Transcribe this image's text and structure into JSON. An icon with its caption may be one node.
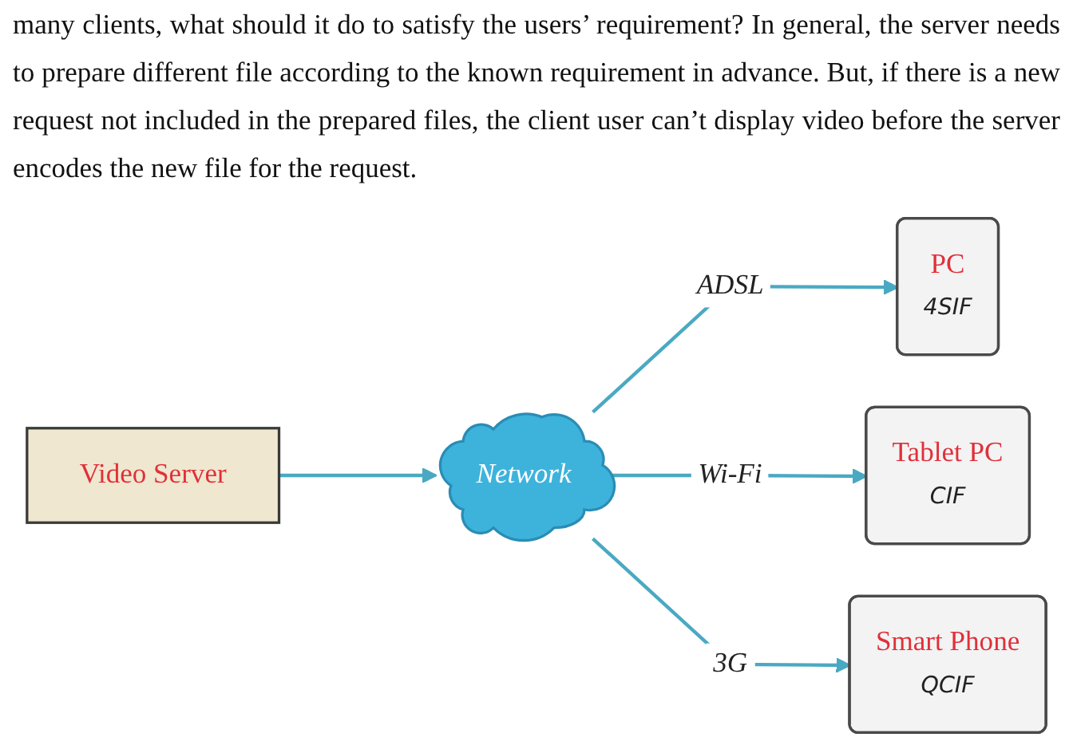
{
  "diagram": {
    "nodes": [
      {
        "text": [
          "Video Server"
        ]
      },
      {
        "text": [
          "Network"
        ]
      },
      {
        "text": [
          "PC",
          "4SIF"
        ]
      },
      {
        "text": [
          "Tablet PC",
          "CIF"
        ]
      },
      {
        "text": [
          "Smart Phone",
          "QCIF"
        ]
      }
    ],
    "edges": [
      {
        "from": 0,
        "to": 1,
        "arrow": "to"
      },
      {
        "from": 1,
        "to": 2,
        "arrow": "to",
        "label": "ADSL"
      },
      {
        "from": 1,
        "to": 3,
        "arrow": "to",
        "label": "Wi-Fi"
      },
      {
        "from": 1,
        "to": 4,
        "arrow": "to",
        "label": "3G"
      }
    ],
    "labels": [
      "many clients, what should it do to satisfy the users’ requirement? In general, the server needs to prepare different file according to the known requirement in advance. But, if there is a new request not included in the prepared files, the client user can’t display video before the server encodes the new file for the request."
    ]
  }
}
